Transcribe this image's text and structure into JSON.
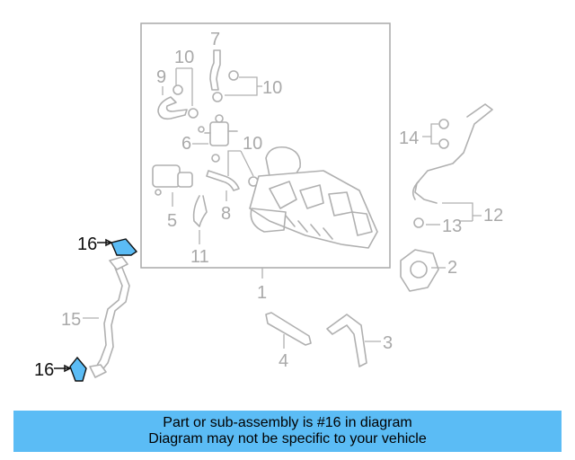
{
  "callouts": {
    "c1": "1",
    "c2": "2",
    "c3": "3",
    "c4": "4",
    "c5": "5",
    "c6": "6",
    "c7": "7",
    "c8": "8",
    "c9": "9",
    "c10a": "10",
    "c10b": "10",
    "c10c": "10",
    "c11": "11",
    "c12": "12",
    "c13": "13",
    "c14": "14",
    "c15": "15",
    "c16a": "16",
    "c16b": "16"
  },
  "highlight_color": "#5bbcf5",
  "banner": {
    "line1": "Part or sub-assembly is #16 in diagram",
    "line2": "Diagram may not be specific to your vehicle"
  }
}
